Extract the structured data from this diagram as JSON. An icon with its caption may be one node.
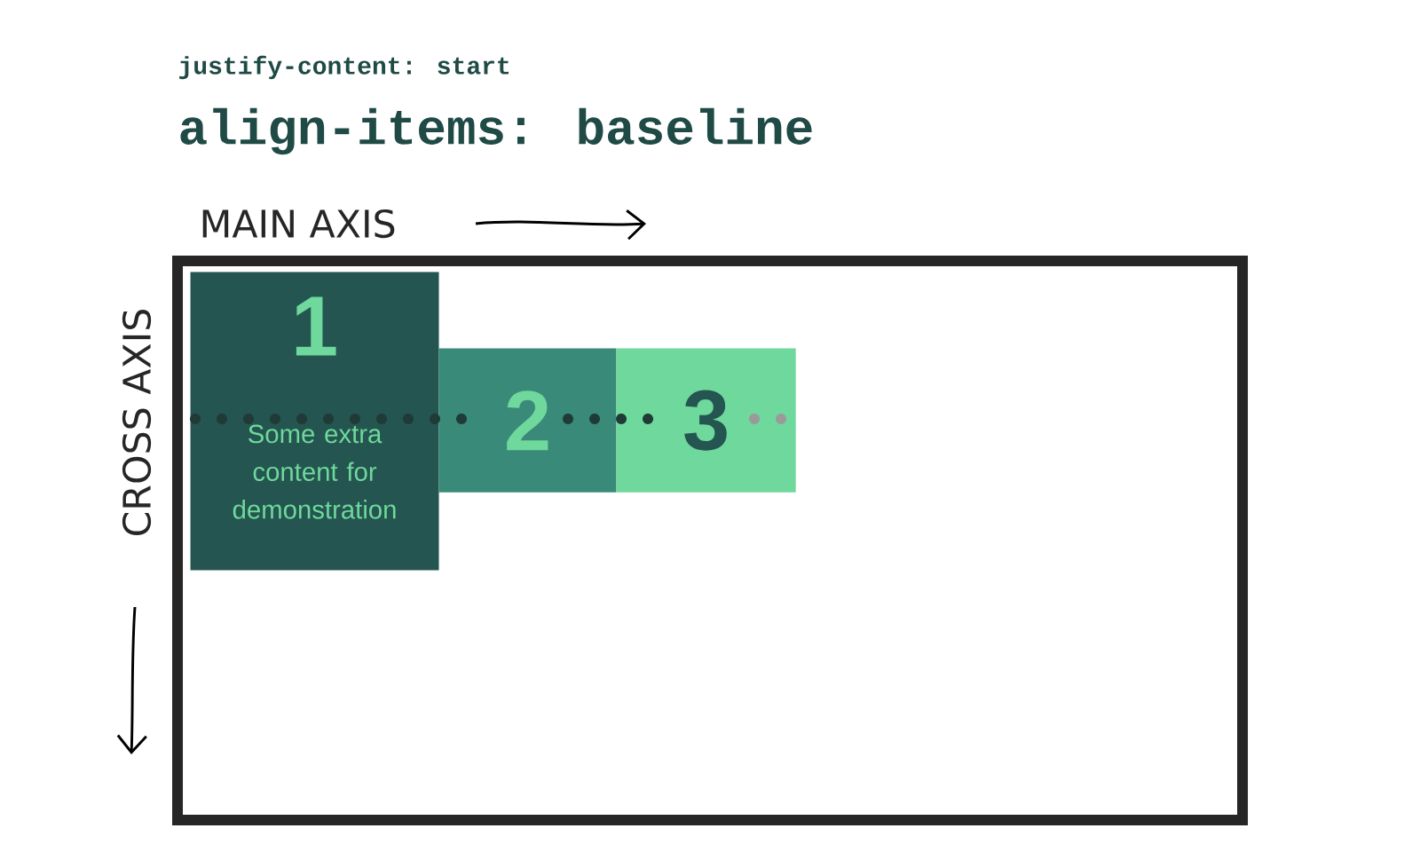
{
  "diagram": {
    "nodes": [
      {
        "text": [],
        "shape": "box"
      },
      {
        "text": [
          "1",
          "Some extra content for demonstration"
        ],
        "in": 0
      },
      {
        "text": [
          "2"
        ],
        "in": 0
      },
      {
        "text": [
          "3"
        ],
        "in": 0
      }
    ],
    "edges": [],
    "labels": [
      "justify-content: start",
      "align-items: baseline",
      "MAIN AXIS",
      "CROSS AXIS"
    ]
  }
}
